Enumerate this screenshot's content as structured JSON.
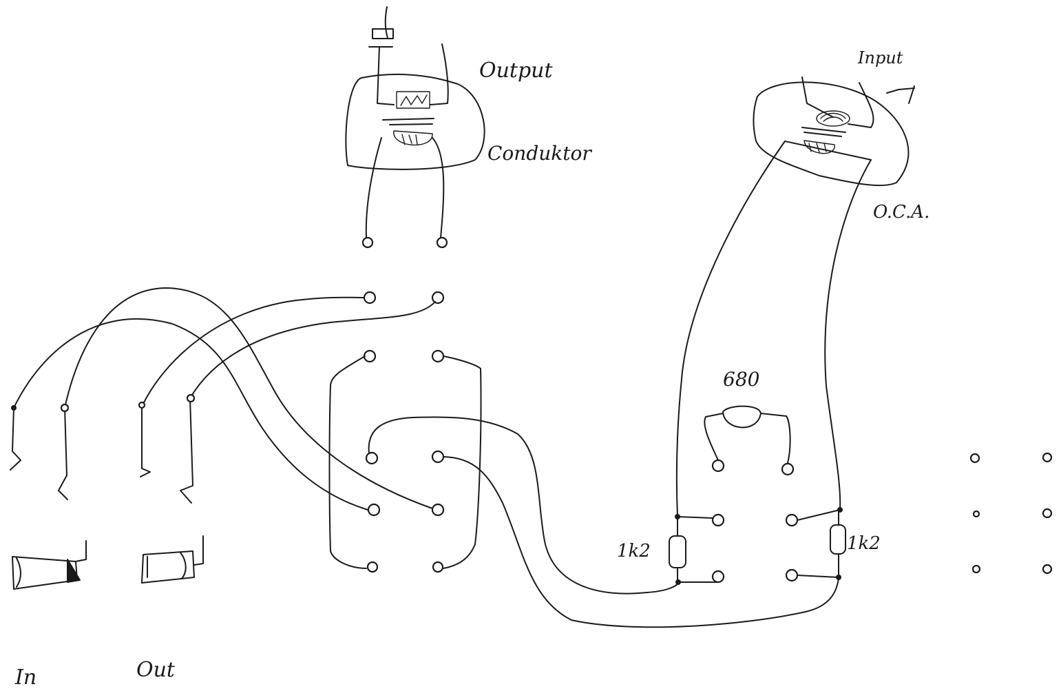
{
  "labels": {
    "output": "Output",
    "conductor": "Conduktor",
    "input": "Input",
    "oca": "O.C.A.",
    "resistor_top": "680",
    "resistor_left": "1k2",
    "resistor_right": "1k2",
    "in": "In",
    "out": "Out"
  },
  "colors": {
    "ink": "#1a1a1a",
    "paper": "#ffffff"
  }
}
